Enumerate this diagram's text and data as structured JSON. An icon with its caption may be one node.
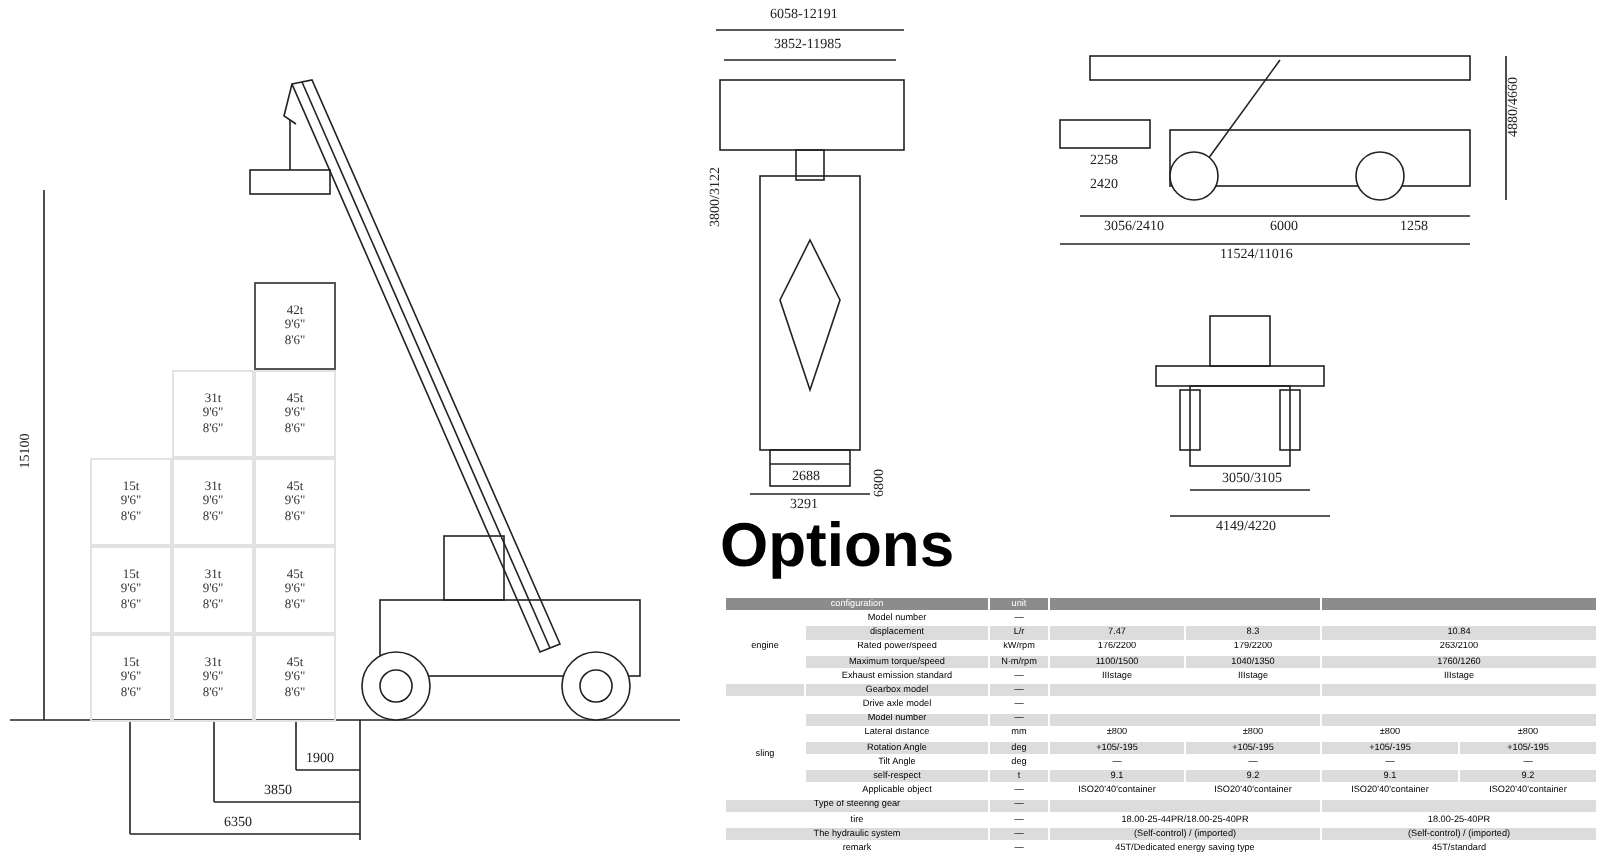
{
  "diagram": {
    "title": "Options",
    "nodes": [
      {
        "text": [
          "42t 9'6\" 8'6\""
        ]
      },
      {
        "text": [
          "31t 9'6\" 8'6\""
        ]
      },
      {
        "text": [
          "45t 9'6\" 8'6\""
        ]
      },
      {
        "text": [
          "15t 9'6\" 8'6\""
        ]
      },
      {
        "text": [
          "31t 9'6\" 8'6\""
        ]
      },
      {
        "text": [
          "45t 9'6\" 8'6\""
        ]
      },
      {
        "text": [
          "15t 9'6\" 8'6\""
        ]
      },
      {
        "text": [
          "31t 9'6\" 8'6\""
        ]
      },
      {
        "text": [
          "45t 9'6\" 8'6\""
        ]
      },
      {
        "text": [
          "15t 9'6\" 8'6\""
        ]
      },
      {
        "text": [
          "31t 9'6\" 8'6\""
        ]
      },
      {
        "text": [
          "45t 9'6\" 8'6\""
        ]
      }
    ],
    "labels": [
      "6058-12191",
      "3852-11985",
      "3800/3122",
      "2688",
      "3291",
      "6800",
      "4880/4660",
      "2258",
      "2420",
      "3056/2410",
      "6000",
      "1258",
      "11524/11016",
      "3050/3105",
      "4149/4220",
      "15100",
      "1900",
      "3850",
      "6350",
      "configuration",
      "unit",
      "engine",
      "Model number",
      "—",
      "displacement",
      "L/r",
      "7.47",
      "8.3",
      "10.84",
      "Rated power/speed",
      "kW/rpm",
      "176/2200",
      "179/2200",
      "263/2100",
      "Maximum torque/speed",
      "N·m/rpm",
      "1100/1500",
      "1040/1350",
      "1760/1260",
      "Exhaust emission standard",
      "—",
      "IIIstage",
      "IIIstage",
      "IIIstage",
      "Gearbox model",
      "—",
      "Drive axle model",
      "—",
      "sling",
      "Model number",
      "—",
      "Lateral distance",
      "mm",
      "±800",
      "±800",
      "±800",
      "±800",
      "Rotation Angle",
      "deg",
      "+105/-195",
      "+105/-195",
      "+105/-195",
      "+105/-195",
      "Tilt Angle",
      "deg",
      "—",
      "—",
      "—",
      "—",
      "self-respect",
      "t",
      "9.1",
      "9.2",
      "9.1",
      "9.2",
      "Applicable object",
      "—",
      "ISO20'40'container",
      "ISO20'40'container",
      "ISO20'40'container",
      "ISO20'40'container",
      "Type of steering gear",
      "—",
      "tire",
      "—",
      "18.00-25-44PR/18.00-25-40PR",
      "18.00-25-40PR",
      "The hydraulic system",
      "—",
      "(Self-control) / (imported)",
      "(Self-control) / (imported)",
      "remark",
      "—",
      "45T/Dedicated energy saving type",
      "45T/standard"
    ]
  }
}
